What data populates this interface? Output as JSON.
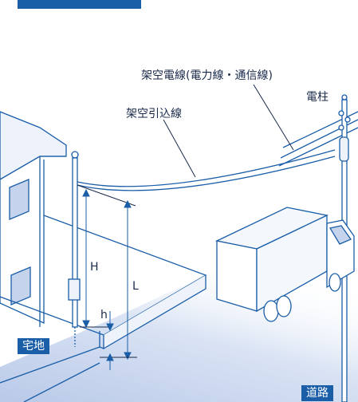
{
  "labels": {
    "aerial_wire": "架空電線(電力線・通信線)",
    "service_drop": "架空引込線",
    "utility_pole": "電柱",
    "residence": "宅地",
    "road": "道路",
    "dim_H": "H",
    "dim_L": "L",
    "dim_h": "h"
  },
  "colors": {
    "line": "#1a5ea8",
    "tag_bg": "#1a5ea8",
    "road_shade": "#c5d3ec"
  }
}
